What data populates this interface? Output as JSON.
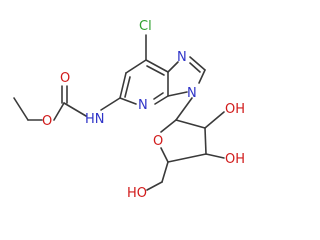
{
  "molecule": {
    "atoms": {
      "chlorine": "Cl",
      "ring_nitrogen_top": "N",
      "ring_nitrogen_bottom": "N",
      "ring_nitrogen_pyridine": "N",
      "amide_nh": "HN",
      "carbonyl_oxygen": "O",
      "ester_oxygen": "O",
      "ring_oxygen": "O",
      "hydroxyl_upper": "OH",
      "hydroxyl_lower": "OH",
      "hydroxymethyl": "HO"
    },
    "colors": {
      "bond": "#3a3a3a",
      "carbon_text": "#3a3a3a",
      "nitrogen": "#2f34c8",
      "oxygen": "#d11a1a",
      "chlorine": "#2ea12e"
    }
  }
}
